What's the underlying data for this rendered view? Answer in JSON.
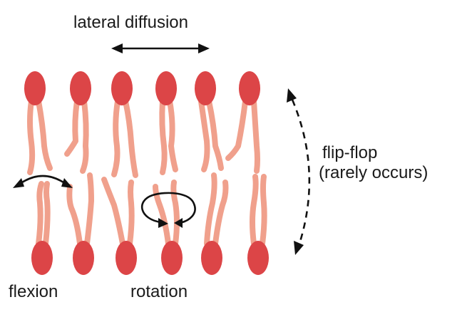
{
  "labels": {
    "lateral_diffusion": "lateral diffusion",
    "flip_flop_line1": "flip-flop",
    "flip_flop_line2": "(rarely occurs)",
    "flexion": "flexion",
    "rotation": "rotation"
  },
  "colors": {
    "head": "#dc4547",
    "tail": "#f0a08c",
    "arrow": "#111111",
    "text": "#1a1a1a"
  }
}
